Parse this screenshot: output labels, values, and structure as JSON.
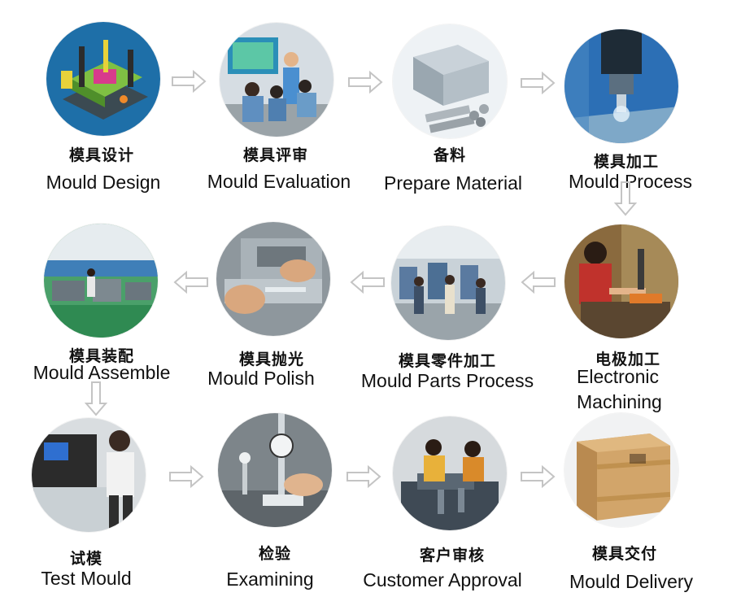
{
  "steps": [
    {
      "zh": "模具设计",
      "en": "Mould Design",
      "photo": "mould-design-3d-model"
    },
    {
      "zh": "模具评审",
      "en": "Mould Evaluation",
      "photo": "evaluation-meeting"
    },
    {
      "zh": "备料",
      "en": "Prepare Material",
      "photo": "steel-material"
    },
    {
      "zh": "模具加工",
      "en": "Mould Process",
      "photo": "cnc-milling"
    },
    {
      "zh": "电极加工",
      "en": "Electronic Machining",
      "photo": "electrode-worker"
    },
    {
      "zh": "模具零件加工",
      "en": "Mould Parts Process",
      "photo": "parts-workshop"
    },
    {
      "zh": "模具抛光",
      "en": "Mould Polish",
      "photo": "polishing-hands"
    },
    {
      "zh": "模具装配",
      "en": "Mould Assemble",
      "photo": "assembly-workshop"
    },
    {
      "zh": "试模",
      "en": "Test Mould",
      "photo": "injection-machine"
    },
    {
      "zh": "检验",
      "en": "Examining",
      "photo": "height-gauge"
    },
    {
      "zh": "客户审核",
      "en": "Customer Approval",
      "photo": "customer-inspection"
    },
    {
      "zh": "模具交付",
      "en": "Mould Delivery",
      "photo": "wooden-crate"
    }
  ],
  "colors": {
    "arrow": "#c4c4c4",
    "text": "#111111",
    "background": "#ffffff"
  }
}
